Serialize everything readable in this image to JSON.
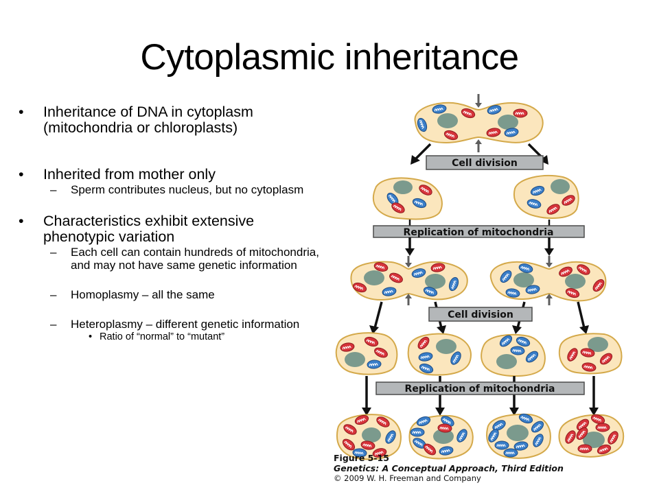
{
  "slide": {
    "title": "Cytoplasmic inheritance",
    "bullets": [
      {
        "level": 1,
        "marker": "•",
        "text": "Inheritance of DNA in cytoplasm (mitochondria or chloroplasts)"
      },
      {
        "level": 1,
        "marker": "•",
        "text": "Inherited from mother only"
      },
      {
        "level": 2,
        "marker": "–",
        "text": "Sperm contributes nucleus, but no cytoplasm"
      },
      {
        "level": 1,
        "marker": "•",
        "text": "Characteristics exhibit extensive phenotypic variation"
      },
      {
        "level": 2,
        "marker": "–",
        "text": "Each cell can contain hundreds of mitochondria, and may not have same genetic information"
      },
      {
        "level": 2,
        "marker": "–",
        "text": "Homoplasmy – all the same"
      },
      {
        "level": 2,
        "marker": "–",
        "text": "Heteroplasmy – different genetic information"
      },
      {
        "level": 3,
        "marker": "•",
        "text": "Ratio of “normal” to “mutant”"
      }
    ]
  },
  "figure": {
    "labels": {
      "cell_division_1": "Cell division",
      "replication_1": "Replication of mitochondria",
      "cell_division_2": "Cell division",
      "replication_2": "Replication of mitochondria"
    },
    "caption": {
      "figure_number": "Figure 5-15",
      "book": "Genetics: A Conceptual Approach, Third Edition",
      "copyright": "© 2009 W. H. Freeman and Company"
    },
    "colors": {
      "cell_fill": "#fbe6bd",
      "cell_outline": "#d4a94a",
      "nucleus": "#7b9a8d",
      "mito_normal": "#3a7ec8",
      "mito_mutant": "#d6333a",
      "label_box": "#b4b7b9"
    }
  }
}
